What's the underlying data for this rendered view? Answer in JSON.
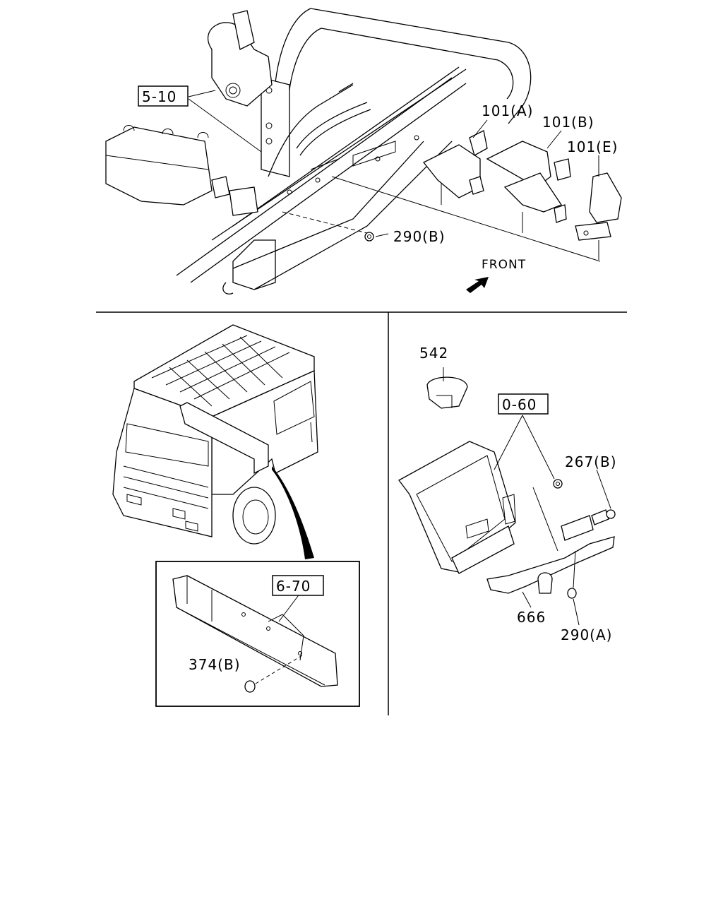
{
  "labels": {
    "ref_5_10": "5-10",
    "part_101a": "101(A)",
    "part_101b": "101(B)",
    "part_101e": "101(E)",
    "part_290b": "290(B)",
    "front": "FRONT",
    "part_542": "542",
    "ref_0_60": "0-60",
    "part_267b": "267(B)",
    "part_666": "666",
    "part_290a": "290(A)",
    "ref_6_70": "6-70",
    "part_374b": "374(B)"
  }
}
